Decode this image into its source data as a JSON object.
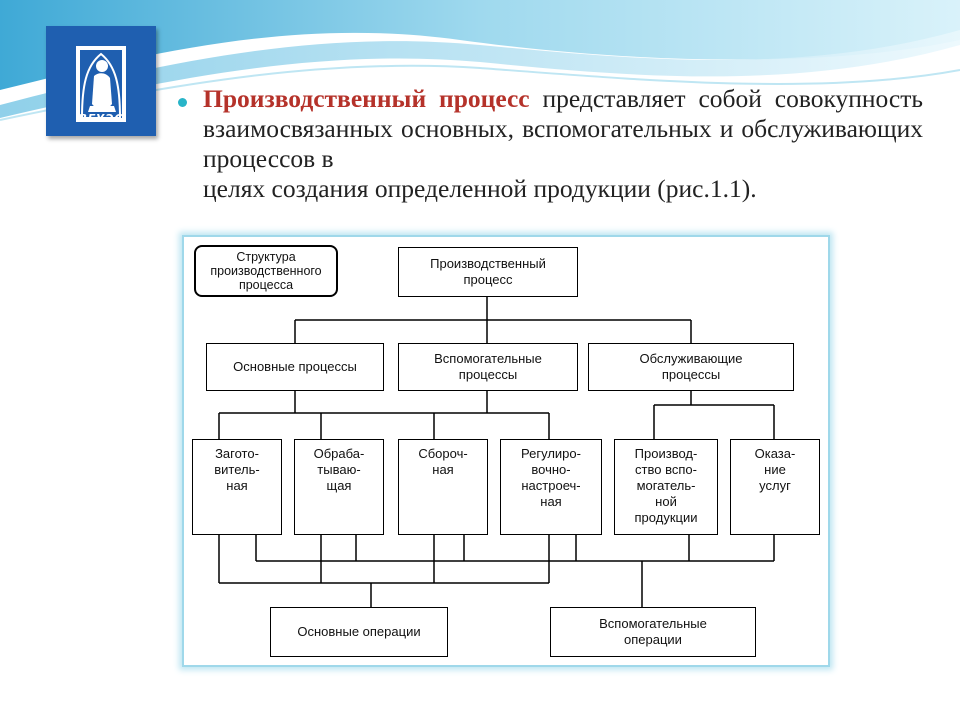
{
  "slide": {
    "logo_text": "ВГУЭС",
    "paragraph": {
      "term": "Производственный процесс",
      "body": " представляет собой совокупность взаимосвязанных основных, вспомогательных и обслуживающих процессов в",
      "last_line": "целях создания определенной продукции (рис.1.1)."
    }
  },
  "diagram": {
    "legend": "Структура\nпроизводственного\nпроцесса",
    "root": "Производственный\nпроцесс",
    "level1": [
      "Основные процессы",
      "Вспомогательные\nпроцессы",
      "Обслуживающие\nпроцессы"
    ],
    "level2": [
      "Загото-\nвитель-\nная",
      "Обраба-\nтываю-\nщая",
      "Сбороч-\nная",
      "Регулиро-\nвочно-\nнастроеч-\nная",
      "Производ-\nство вспо-\nмогатель-\nной\nпродукции",
      "Оказа-\nние\nуслуг"
    ],
    "operations": [
      "Основные операции",
      "Вспомогательные\nоперации"
    ]
  },
  "colors": {
    "accent_red": "#b5322a",
    "bullet": "#28b4c8",
    "logo_bg": "#1f5fb0",
    "frame_glow": "#9fd8ea"
  }
}
